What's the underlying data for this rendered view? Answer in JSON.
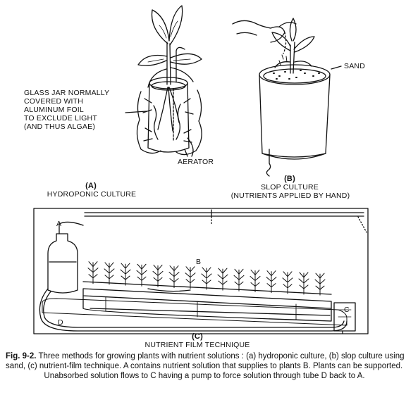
{
  "panel_a": {
    "letter": "(A)",
    "title": "HYDROPONIC CULTURE",
    "jar_note": [
      "GLASS JAR NORMALLY",
      "COVERED WITH",
      "ALUMINUM FOIL",
      "TO EXCLUDE LIGHT",
      "(AND THUS ALGAE)"
    ],
    "aerator": "AERATOR"
  },
  "panel_b": {
    "letter": "(B)",
    "title": "SLOP CULTURE",
    "subtitle": "(NUTRIENTS APPLIED BY HAND)",
    "sand": "SAND"
  },
  "panel_c": {
    "letter": "(C)",
    "title": "NUTRIENT FILM TECHNIQUE",
    "label_a": "A",
    "label_b": "B",
    "label_c": "C",
    "label_d": "D"
  },
  "caption": {
    "fig": "Fig. 9-2.",
    "line1": "Three methods for growing plants with nutrient solutions : (a) hydroponic culture, (b) slop culture using",
    "line2": "sand, (c) nutrient-film technique. A contains nutrient solution that supplies to plants B. Plants can be supported.",
    "line3": "Unabsorbed solution flows to C having a pump to force solution through tube D back to A."
  }
}
